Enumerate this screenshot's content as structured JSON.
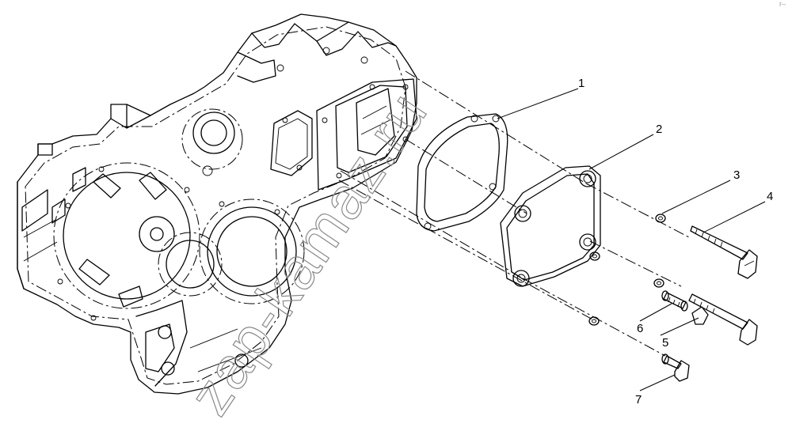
{
  "watermark": "zap-kamaz.ru",
  "corner_mark": "r–",
  "callouts": [
    {
      "id": 1,
      "label": "1"
    },
    {
      "id": 2,
      "label": "2"
    },
    {
      "id": 3,
      "label": "3"
    },
    {
      "id": 4,
      "label": "4"
    },
    {
      "id": 5,
      "label": "5"
    },
    {
      "id": 6,
      "label": "6"
    },
    {
      "id": 7,
      "label": "7"
    }
  ]
}
